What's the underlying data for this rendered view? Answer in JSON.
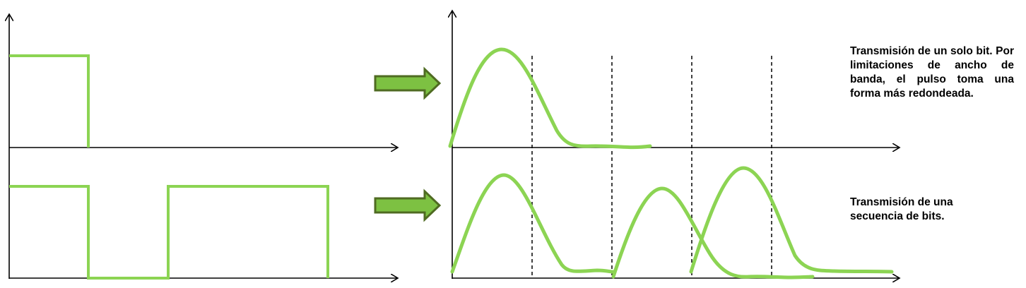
{
  "colors": {
    "signal": "#8cd453",
    "arrow_fill": "#7dc142",
    "arrow_stroke": "#4f6b22",
    "axis": "#000000"
  },
  "captions": {
    "single_bit": "Transmisión de un solo bit. Por limitaciones de ancho de banda, el pulso toma una forma más redondeada.",
    "bit_sequence": "Transmisión de una secuencia de bits."
  },
  "signals": {
    "single_bit_bits": [
      1
    ],
    "sequence_bits": [
      1,
      0,
      1,
      1
    ]
  }
}
